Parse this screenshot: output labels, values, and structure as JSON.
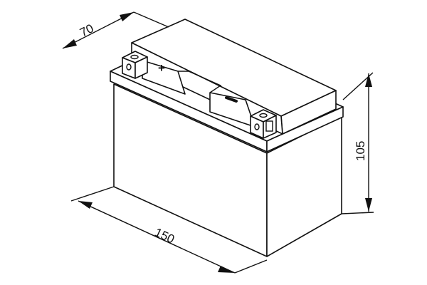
{
  "diagram": {
    "dimensions": {
      "depth": "70",
      "length": "150",
      "height": "105"
    },
    "terminal_symbols": {
      "positive": "+",
      "negative": "−"
    },
    "line_color": "#111111",
    "background": "#ffffff"
  }
}
